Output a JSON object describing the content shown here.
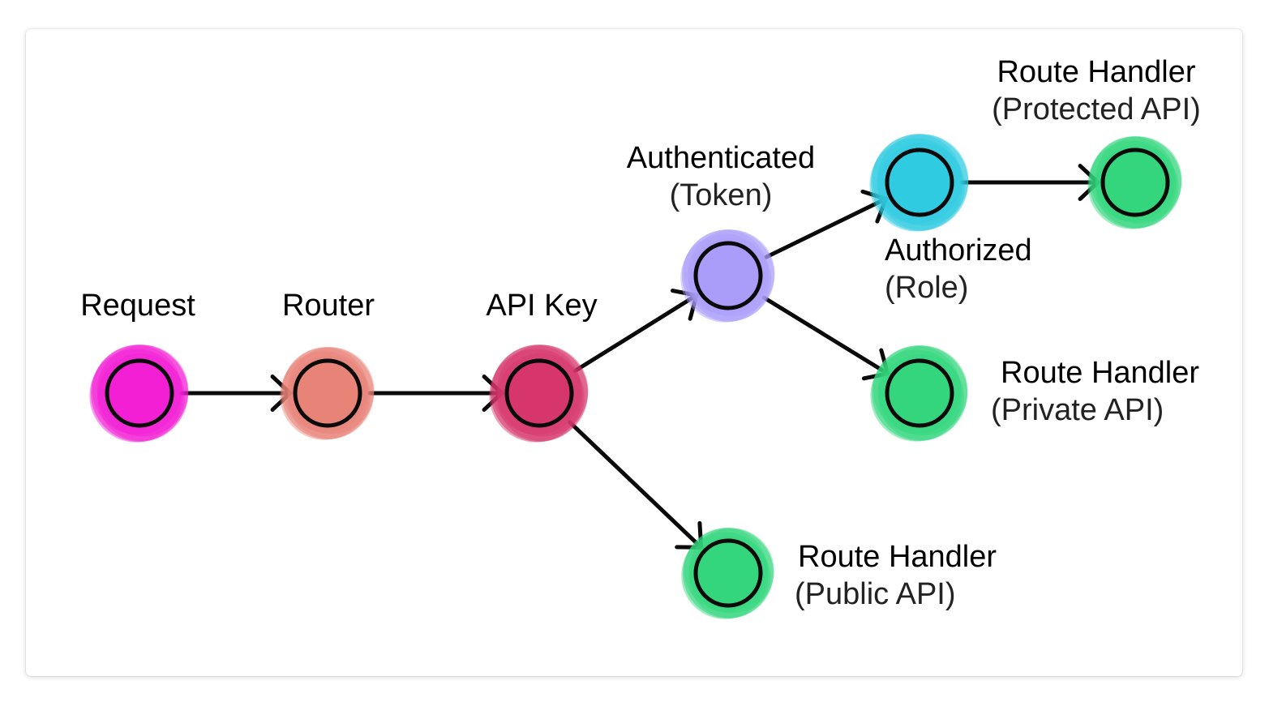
{
  "colors": {
    "request": "#f31fd4",
    "router": "#e88378",
    "api_key": "#d6366c",
    "authenticated": "#aa9dfa",
    "authorized": "#2fcbe0",
    "route_handler": "#33d67d",
    "stroke": "#0a0a0a"
  },
  "nodes": {
    "request": {
      "title": "Request"
    },
    "router": {
      "title": "Router"
    },
    "api_key": {
      "title": "API Key"
    },
    "authenticated": {
      "title": "Authenticated",
      "subtitle": "(Token)"
    },
    "authorized": {
      "title": "Authorized",
      "subtitle": "(Role)"
    },
    "handler_protected": {
      "title": "Route Handler",
      "subtitle": "(Protected API)"
    },
    "handler_private": {
      "title": "Route Handler",
      "subtitle": "(Private API)"
    },
    "handler_public": {
      "title": "Route Handler",
      "subtitle": "(Public API)"
    }
  },
  "edges": [
    {
      "from": "request",
      "to": "router"
    },
    {
      "from": "router",
      "to": "api_key"
    },
    {
      "from": "api_key",
      "to": "authenticated"
    },
    {
      "from": "api_key",
      "to": "handler_public"
    },
    {
      "from": "authenticated",
      "to": "authorized"
    },
    {
      "from": "authenticated",
      "to": "handler_private"
    },
    {
      "from": "authorized",
      "to": "handler_protected"
    }
  ]
}
